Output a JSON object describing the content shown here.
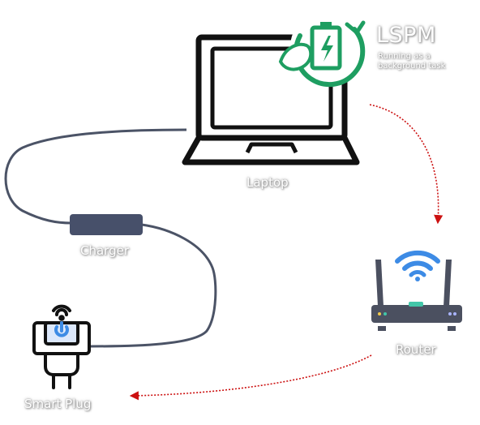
{
  "nodes": {
    "laptop": {
      "label": "Laptop"
    },
    "charger": {
      "label": "Charger"
    },
    "router": {
      "label": "Router"
    },
    "smart_plug": {
      "label": "Smart Plug"
    }
  },
  "software": {
    "name": "LSPM",
    "description": "Running as a background task"
  },
  "colors": {
    "device_stroke": "#111111",
    "cable": "#4b5366",
    "charger_body": "#47506a",
    "wifi_signal": "#3d8be5",
    "arrow": "#cc1111",
    "lspm_green": "#1e9e61",
    "router_body": "#4b5060"
  },
  "icons": {
    "laptop": "laptop-icon",
    "charger": "charger-icon",
    "router": "router-icon",
    "smart_plug": "smart-plug-icon",
    "lspm": "battery-charging-icon"
  }
}
